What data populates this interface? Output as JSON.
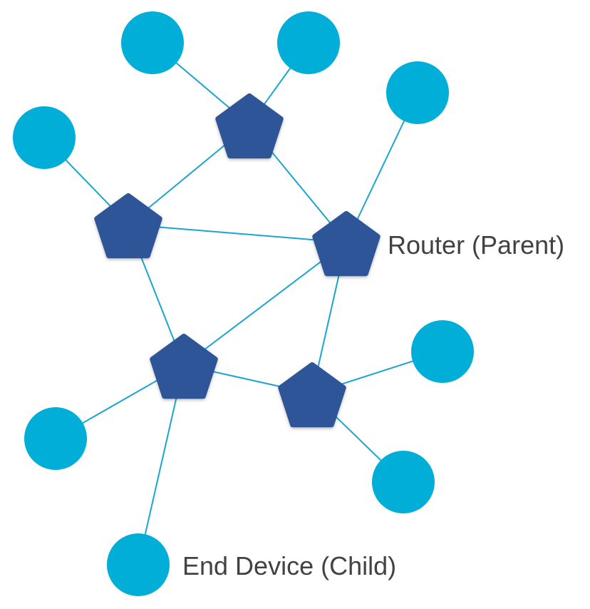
{
  "colors": {
    "router": "#2E5597",
    "end_device": "#00AED8",
    "link": "#1AA5D0",
    "label_text": "#424242",
    "background": "#FFFFFF"
  },
  "labels": {
    "router": "Router (Parent)",
    "end_device": "End Device (Child)"
  },
  "nodes": [
    {
      "id": "R1",
      "kind": "router"
    },
    {
      "id": "R2",
      "kind": "router"
    },
    {
      "id": "R3",
      "kind": "router"
    },
    {
      "id": "R4",
      "kind": "router"
    },
    {
      "id": "R5",
      "kind": "router"
    },
    {
      "id": "E1",
      "kind": "end_device"
    },
    {
      "id": "E2",
      "kind": "end_device"
    },
    {
      "id": "E3",
      "kind": "end_device"
    },
    {
      "id": "E4",
      "kind": "end_device"
    },
    {
      "id": "E5",
      "kind": "end_device"
    },
    {
      "id": "E6",
      "kind": "end_device"
    },
    {
      "id": "E7",
      "kind": "end_device"
    },
    {
      "id": "E8",
      "kind": "end_device"
    },
    {
      "id": "E9",
      "kind": "end_device"
    }
  ],
  "links": [
    [
      "R1",
      "R2"
    ],
    [
      "R1",
      "R3"
    ],
    [
      "R2",
      "R3"
    ],
    [
      "R2",
      "R4"
    ],
    [
      "R3",
      "R4"
    ],
    [
      "R3",
      "R5"
    ],
    [
      "R4",
      "R5"
    ],
    [
      "R1",
      "E1"
    ],
    [
      "R1",
      "E2"
    ],
    [
      "R3",
      "E3"
    ],
    [
      "R2",
      "E4"
    ],
    [
      "R4",
      "E5"
    ],
    [
      "R4",
      "E6"
    ],
    [
      "R5",
      "E7"
    ],
    [
      "R5",
      "E8"
    ]
  ]
}
